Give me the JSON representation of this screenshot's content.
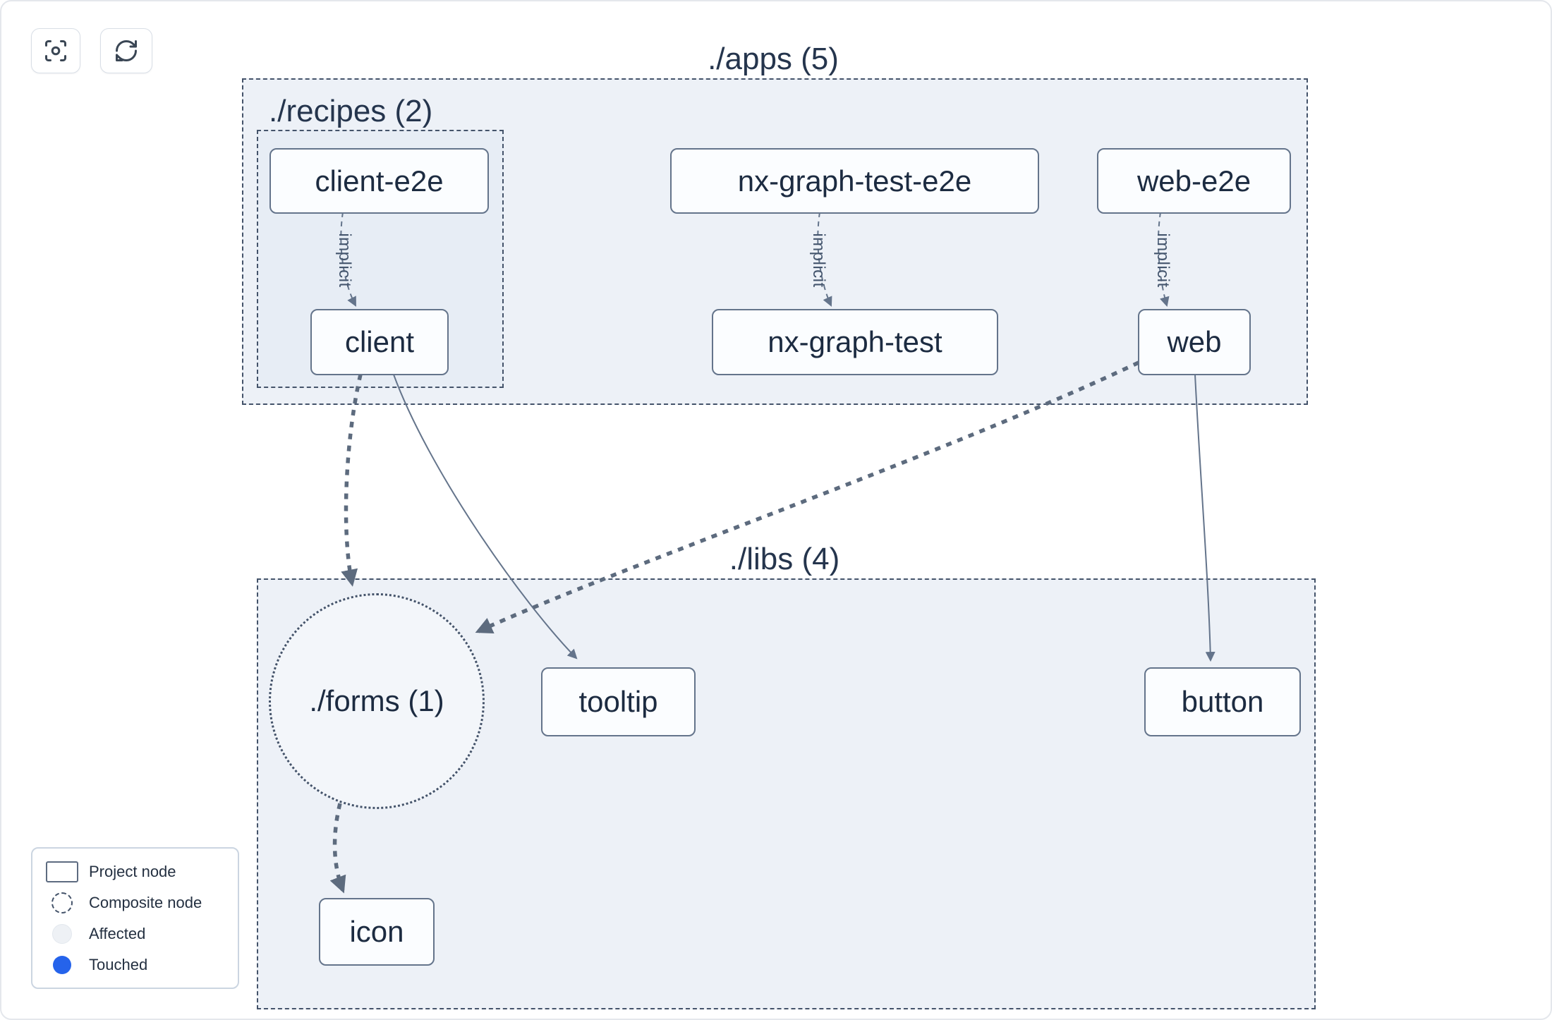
{
  "toolbar": {
    "focus_button": {
      "icon": "crosshair-icon"
    },
    "refresh_button": {
      "icon": "refresh-icon"
    }
  },
  "groups": {
    "apps": {
      "label": "./apps (5)"
    },
    "recipes": {
      "label": "./recipes (2)"
    },
    "libs": {
      "label": "./libs (4)"
    }
  },
  "nodes": {
    "client_e2e": {
      "label": "client-e2e",
      "type": "project"
    },
    "nx_graph_test_e2e": {
      "label": "nx-graph-test-e2e",
      "type": "project"
    },
    "web_e2e": {
      "label": "web-e2e",
      "type": "project"
    },
    "client": {
      "label": "client",
      "type": "project"
    },
    "nx_graph_test": {
      "label": "nx-graph-test",
      "type": "project"
    },
    "web": {
      "label": "web",
      "type": "project"
    },
    "forms": {
      "label": "./forms (1)",
      "type": "composite"
    },
    "tooltip": {
      "label": "tooltip",
      "type": "project"
    },
    "button": {
      "label": "button",
      "type": "project"
    },
    "icon": {
      "label": "icon",
      "type": "project"
    }
  },
  "edges": {
    "list": [
      {
        "from": "client-e2e",
        "to": "client",
        "style": "implicit-dashed",
        "label": "implicit"
      },
      {
        "from": "nx-graph-test-e2e",
        "to": "nx-graph-test",
        "style": "implicit-dashed",
        "label": "implicit"
      },
      {
        "from": "web-e2e",
        "to": "web",
        "style": "implicit-dashed",
        "label": "implicit"
      },
      {
        "from": "client",
        "to": "./forms (1)",
        "style": "thick-dashed"
      },
      {
        "from": "client",
        "to": "tooltip",
        "style": "solid"
      },
      {
        "from": "web",
        "to": "./forms (1)",
        "style": "thick-dashed"
      },
      {
        "from": "web",
        "to": "button",
        "style": "solid"
      },
      {
        "from": "./forms (1)",
        "to": "icon",
        "style": "thick-dashed"
      }
    ]
  },
  "legend": {
    "items": [
      {
        "label": "Project node",
        "swatch": "project-node"
      },
      {
        "label": "Composite node",
        "swatch": "composite-node"
      },
      {
        "label": "Affected",
        "swatch": "affected"
      },
      {
        "label": "Touched",
        "swatch": "touched"
      }
    ]
  },
  "colors": {
    "container_fill": "#edf1f7",
    "container_border": "#44536a",
    "node_border": "#64748b",
    "node_fill": "#fbfdff",
    "text": "#1c2b41",
    "edge_thin": "#64748b",
    "edge_thick": "#5d6b7e",
    "touched_blue": "#2563eb",
    "affected_fill": "#eef1f5"
  }
}
